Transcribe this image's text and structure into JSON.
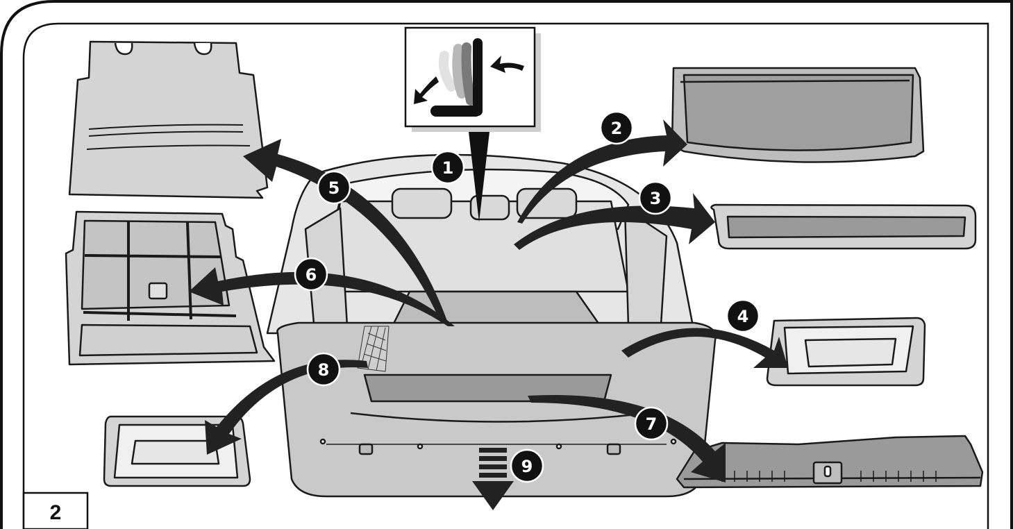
{
  "figure": {
    "number": "2"
  },
  "callouts": [
    {
      "id": "1",
      "label": "1"
    },
    {
      "id": "2",
      "label": "2"
    },
    {
      "id": "3",
      "label": "3"
    },
    {
      "id": "4",
      "label": "4"
    },
    {
      "id": "5",
      "label": "5"
    },
    {
      "id": "6",
      "label": "6"
    },
    {
      "id": "7",
      "label": "7"
    },
    {
      "id": "8",
      "label": "8"
    },
    {
      "id": "9",
      "label": "9"
    }
  ],
  "colors": {
    "panel_fill": "#d4d4d4",
    "panel_dark": "#9a9a9a",
    "outline": "#1a1a1a",
    "arrow": "#222222",
    "badge": "#111111",
    "car_body": "#c9c9c9"
  },
  "icons": [
    "seat-fold-icon",
    "load-floor-panel",
    "storage-organizer",
    "parcel-shelf",
    "trim-strip",
    "side-storage-bin",
    "sill-cover",
    "corner-storage-bin",
    "cargo-net"
  ]
}
